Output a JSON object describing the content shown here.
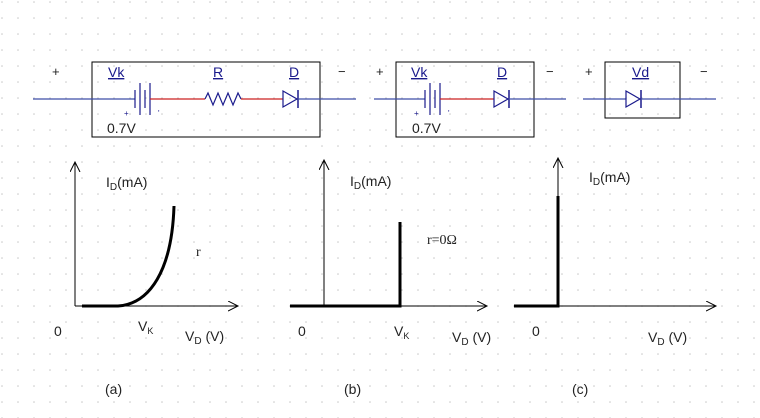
{
  "circuits": {
    "a": {
      "plus": "+",
      "minus": "−",
      "battery": "Vk",
      "resistor": "R",
      "diode": "D",
      "voltage": "0.7V"
    },
    "b": {
      "plus": "+",
      "minus": "−",
      "battery": "Vk",
      "diode": "D",
      "voltage": "0.7V"
    },
    "c": {
      "plus": "+",
      "minus": "−",
      "diode": "Vd"
    }
  },
  "graphs": {
    "a": {
      "ylabel_main": "I",
      "ylabel_sub": "D",
      "ylabel_unit": "(mA)",
      "xlabel_main": "V",
      "xlabel_sub": "D",
      "xlabel_unit": " (V)",
      "origin": "0",
      "knee_main": "V",
      "knee_sub": "K",
      "annotation": "r",
      "caption": "(a)"
    },
    "b": {
      "ylabel_main": "I",
      "ylabel_sub": "D",
      "ylabel_unit": "(mA)",
      "xlabel_main": "V",
      "xlabel_sub": "D",
      "xlabel_unit": " (V)",
      "origin": "0",
      "knee_main": "V",
      "knee_sub": "K",
      "annotation": "r=0Ω",
      "caption": "(b)"
    },
    "c": {
      "ylabel_main": "I",
      "ylabel_sub": "D",
      "ylabel_unit": "(mA)",
      "xlabel_main": "V",
      "xlabel_sub": "D",
      "xlabel_unit": " (V)",
      "origin": "0",
      "caption": "(c)"
    }
  },
  "colors": {
    "wire_blue": "#3d4ea8",
    "wire_red": "#cc2222",
    "component": "#1a1a8c",
    "curve": "#000000",
    "grid_dot": "#c8c8c8"
  }
}
